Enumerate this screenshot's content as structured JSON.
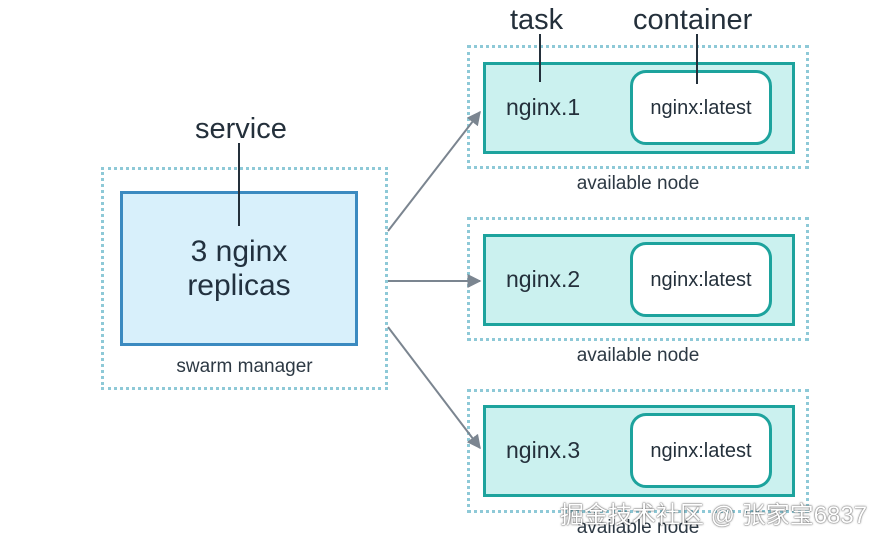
{
  "labels": {
    "task": "task",
    "container": "container",
    "service": "service"
  },
  "manager": {
    "text_line1": "3 nginx",
    "text_line2": "replicas",
    "caption": "swarm manager"
  },
  "nodes": [
    {
      "task": "nginx.1",
      "container": "nginx:latest",
      "caption": "available node"
    },
    {
      "task": "nginx.2",
      "container": "nginx:latest",
      "caption": "available node"
    },
    {
      "task": "nginx.3",
      "container": "nginx:latest",
      "caption": "available node"
    }
  ],
  "watermark": "掘金技术社区 @ 张家宝6837",
  "colors": {
    "service_fill": "#d8f0fb",
    "service_border": "#3b8ac0",
    "task_fill": "#cbf1ef",
    "task_border": "#1da39d",
    "dotted_frame": "#8ec9d7",
    "arrow": "#7b8590"
  }
}
